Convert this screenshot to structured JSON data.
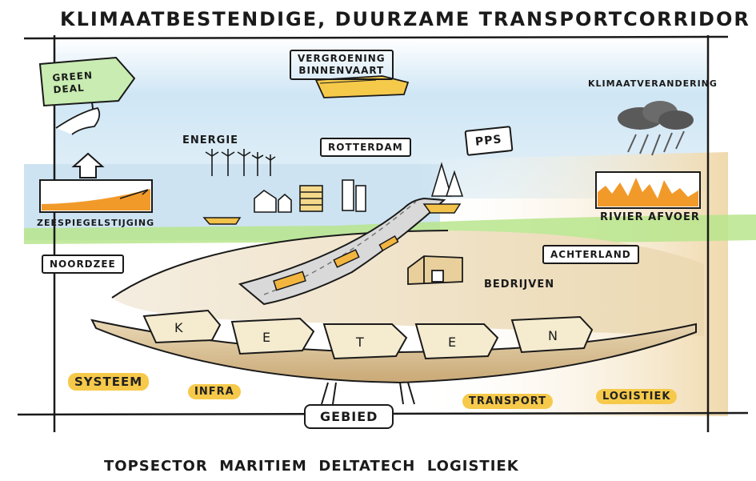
{
  "title": "KLIMAATBESTENDIGE, DUURZAME TRANSPORTCORRIDOR",
  "labels": {
    "green_deal": "GREEN DEAL",
    "vergroening_1": "VERGROENING",
    "vergroening_2": "BINNENVAART",
    "klimaatverandering": "KLIMAATVERANDERING",
    "energie": "ENERGIE",
    "rotterdam": "ROTTERDAM",
    "pps": "PPS",
    "zeespiegelstijging": "ZEESPIEGELSTIJGING",
    "rivier_afvoer": "RIVIER AFVOER",
    "noordzee": "NOORDZEE",
    "achterland": "ACHTERLAND",
    "bedrijven": "BEDRIJVEN",
    "gebied": "GEBIED",
    "systeem": "SYSTEEM",
    "infra": "INFRA",
    "transport": "TRANSPORT",
    "logistiek": "LOGISTIEK"
  },
  "keten_letters": [
    "K",
    "E",
    "T",
    "E",
    "N"
  ],
  "footer": "TOPSECTOR  MARITIEM  DELTATECH  LOGISTIEK",
  "colors": {
    "sky": "#cfe6f5",
    "green_band": "#b7e58c",
    "highlight": "#f6c94a",
    "orange": "#f19a2a",
    "sand": "#e9d7b4"
  }
}
